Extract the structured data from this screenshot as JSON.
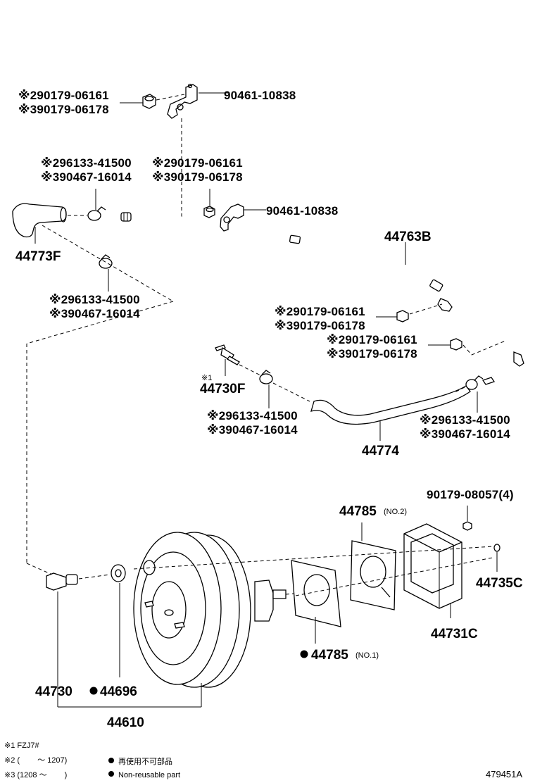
{
  "labels": {
    "c_top_clip_a": "※290179-06161",
    "c_top_clip_b": "※390179-06178",
    "c_top_bracket": "90461-10838",
    "c_left_clamp_a": "※296133-41500",
    "c_left_clamp_b": "※390467-16014",
    "c_mid_clip_a": "※290179-06161",
    "c_mid_clip_b": "※390179-06178",
    "c_mid_bracket": "90461-10838",
    "c_hose_f": "44773F",
    "c_pipe": "44763B",
    "c_lower_clamp_a": "※296133-41500",
    "c_lower_clamp_b": "※390467-16014",
    "c_r_clip1_a": "※290179-06161",
    "c_r_clip1_b": "※390179-06178",
    "c_r_clip2_a": "※290179-06161",
    "c_r_clip2_b": "※390179-06178",
    "c_valve_note": "※1",
    "c_valve": "44730F",
    "c_clamp3_a": "※296133-41500",
    "c_clamp3_b": "※390467-16014",
    "c_clamp4_a": "※296133-41500",
    "c_clamp4_b": "※390467-16014",
    "c_hose": "44774",
    "c_nut": "90179-08057(4)",
    "c_gasket2": "44785",
    "c_gasket2_note": "(NO.2)",
    "c_washer": "44735C",
    "c_spacer": "44731C",
    "c_gasket1": "44785",
    "c_gasket1_note": "(NO.1)",
    "c_check": "44730",
    "c_grommet": "44696",
    "c_booster": "44610"
  },
  "footnotes": {
    "n1": "※1 FZJ7#",
    "n2": "※2 (　　 ～ 1207)",
    "n3": "※3 (1208 ～　　 )",
    "legend_jp": "再使用不可部品",
    "legend_en": "Non-reusable part",
    "diagram_id": "479451A"
  }
}
